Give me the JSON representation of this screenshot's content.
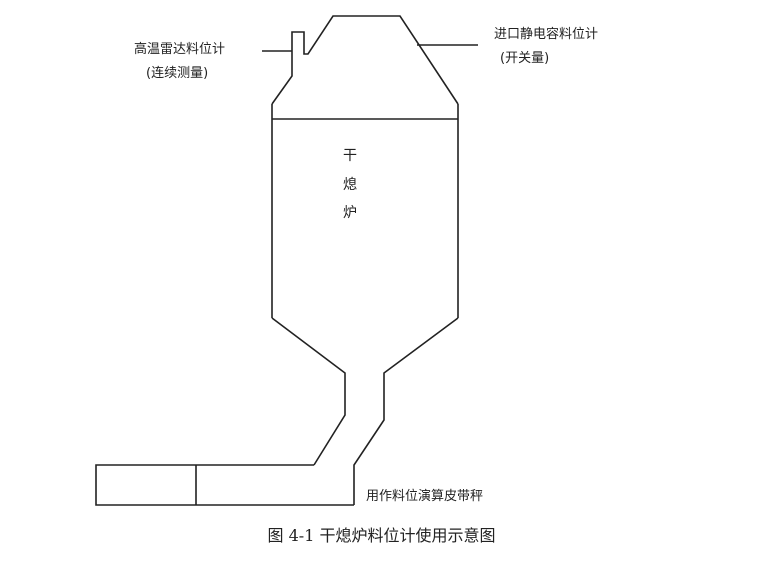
{
  "labels": {
    "radar_gauge": {
      "name": "高温雷达料位计",
      "note": "(连续测量)"
    },
    "capacitive_switch": {
      "name": "进口静电容料位计",
      "note": "(开关量)"
    },
    "furnace_chars": [
      "干",
      "熄",
      "炉"
    ],
    "belt_scale": "用作料位演算皮带秤"
  },
  "caption": "图 4-1 干熄炉料位计使用示意图",
  "colors": {
    "line": "#222222",
    "background": "#ffffff"
  }
}
